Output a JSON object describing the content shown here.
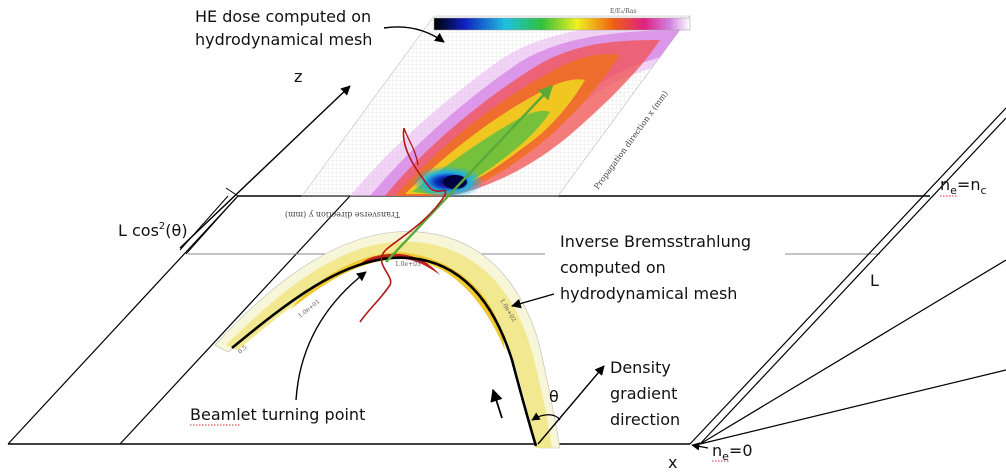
{
  "labels": {
    "he_dose_line1": "HE dose computed on",
    "he_dose_line2": "hydrodynamical mesh",
    "z_axis": "z",
    "x_axis": "x",
    "l_cos_main": "L cos",
    "l_cos_sup": "2",
    "l_cos_arg": "(θ)",
    "ib_line1": "Inverse Bremsstrahlung",
    "ib_line2": "computed on",
    "ib_line3": "hydrodynamical mesh",
    "L_label": "L",
    "nc_n": "n",
    "nc_sub": "e",
    "nc_rest": "=n",
    "nc_sub2": "c",
    "n0_n": "n",
    "n0_sub": "e",
    "n0_rest": "=0",
    "density_line1": "Density",
    "density_line2": "gradient",
    "density_line3": "direction",
    "theta": "θ",
    "beamlet": "Beamlet turning point"
  },
  "mesh_labels": {
    "colorbar_title": "E/E₀/Ras",
    "transverse": "Transverse direction y (mm)",
    "propagation": "Propagation direction x (mm)"
  }
}
